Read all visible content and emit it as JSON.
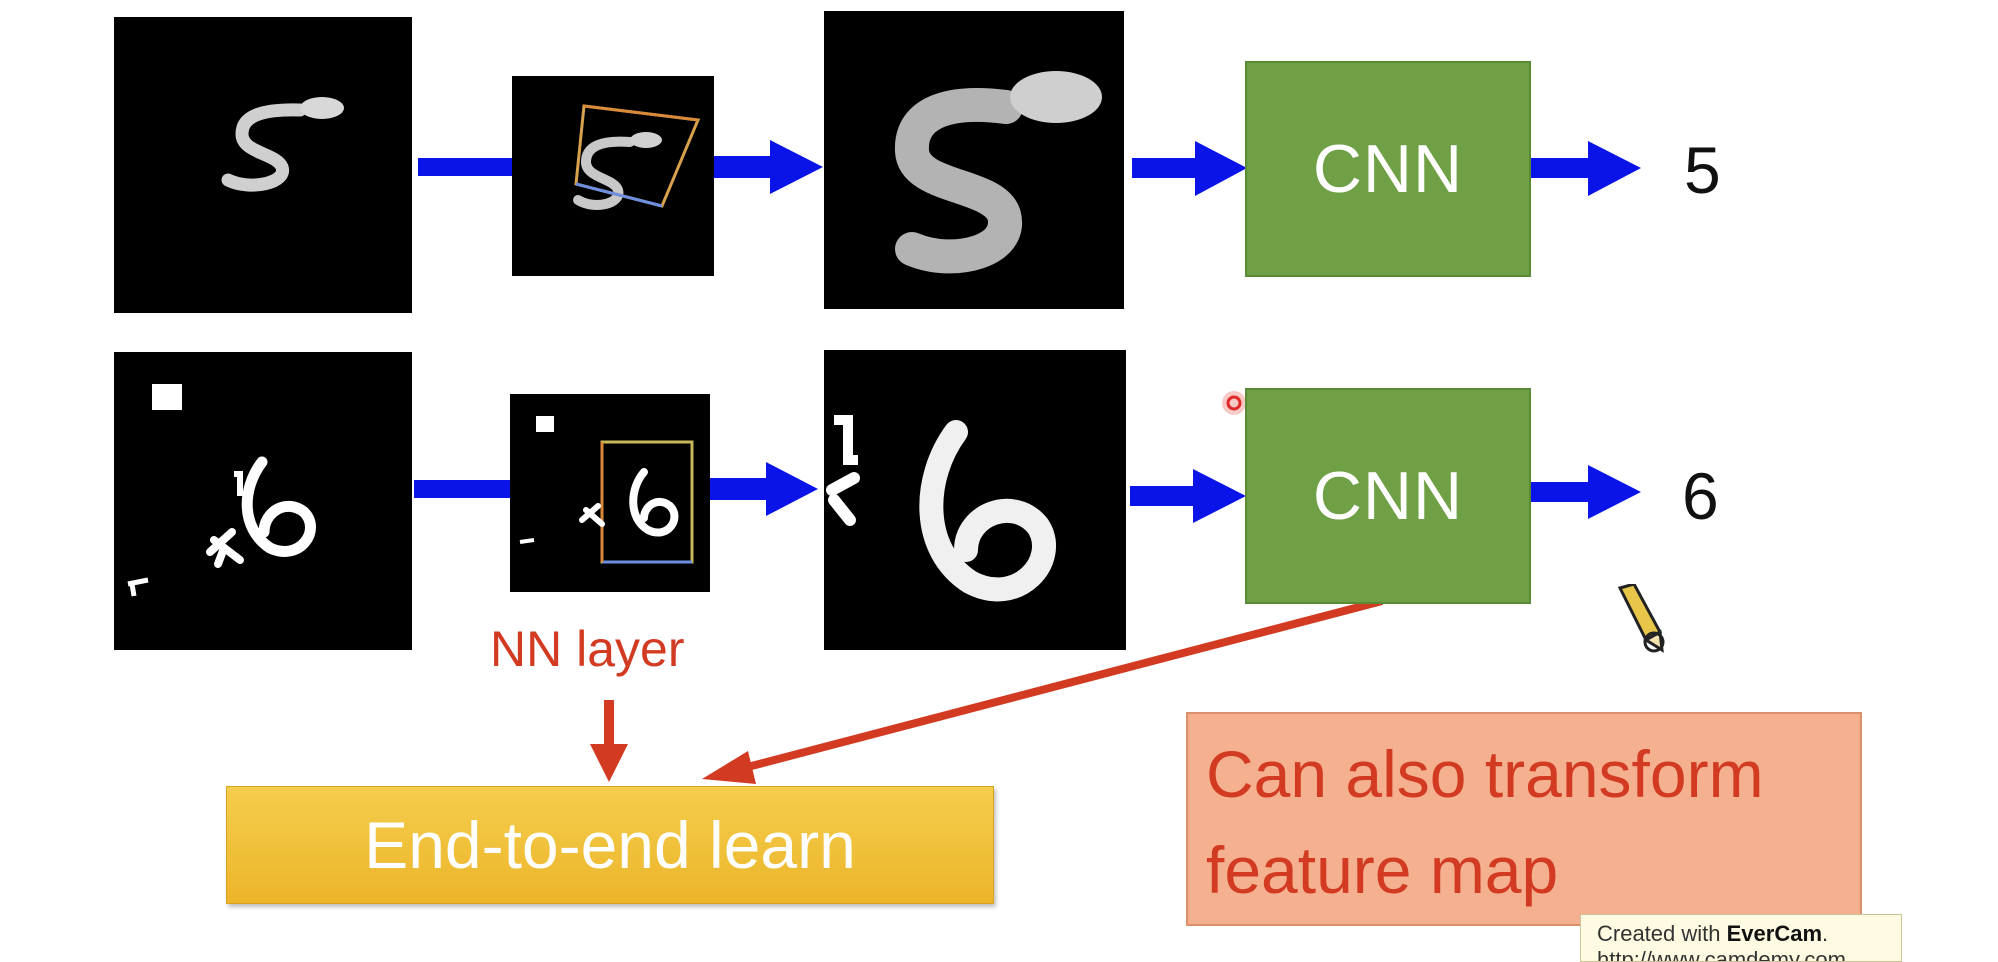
{
  "rows": [
    {
      "result": "5",
      "cnn_label": "CNN"
    },
    {
      "result": "6",
      "cnn_label": "CNN"
    }
  ],
  "nn_layer_label": "NN layer",
  "end_to_end_label": "End-to-end learn",
  "transform_note": {
    "line1": "Can also transform",
    "line2": "feature map"
  },
  "watermark": {
    "prefix": "Created with ",
    "brand": "EverCam",
    "suffix": ".",
    "url": "http://www.camdemy.com"
  },
  "colors": {
    "arrow_blue": "#0a14e8",
    "cnn_green": "#70a045",
    "annotation_red": "#d33a22",
    "e2e_yellow": "#f0c03a",
    "note_salmon": "#f4b08f"
  }
}
